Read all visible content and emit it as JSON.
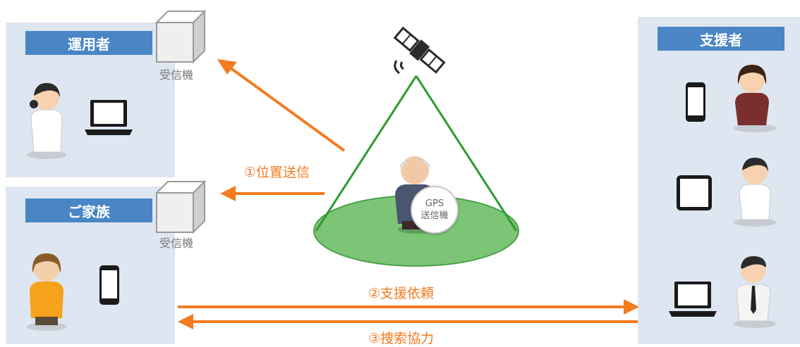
{
  "operator": {
    "title": "運用者",
    "receiver_label": "受信機"
  },
  "family": {
    "title": "ご家族",
    "receiver_label": "受信機"
  },
  "supporter": {
    "title": "支援者"
  },
  "center": {
    "badge_line1": "GPS",
    "badge_line2": "送信機"
  },
  "arrows": {
    "position_send": "①位置送信",
    "support_request": "②支援依頼",
    "search_cooperation": "③捜索協力"
  },
  "colors": {
    "panel_bg": "#dde6f1",
    "title_bar": "#4a86c5",
    "arrow": "#f47b20",
    "cone": "#2e9a2e",
    "ground": "#7cc576"
  },
  "icons": [
    "receiver-box-icon",
    "satellite-icon",
    "laptop-icon",
    "smartphone-icon",
    "tablet-icon",
    "nurse-icon",
    "mother-icon",
    "elderly-man-icon",
    "businesswoman-icon",
    "businessman-icon"
  ]
}
